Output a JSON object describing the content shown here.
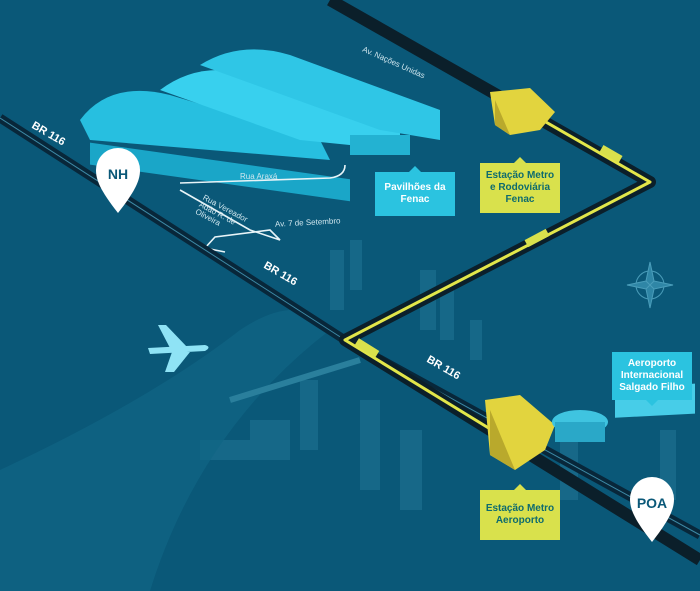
{
  "pins": {
    "nh": "NH",
    "poa": "POA"
  },
  "labels": {
    "pavilhoes": "Pavilhões da Fenac",
    "estacao_fenac": "Estação Metro e Rodoviária Fenac",
    "aeroporto": "Aeroporto Internacional Salgado Filho",
    "estacao_aeroporto": "Estação Metro Aeroporto"
  },
  "streets": {
    "nacoes_unidas": "Av. Nações Unidas",
    "araxa": "Rua Araxá",
    "vereador": "Rua Vereador Adão R. de Oliveira",
    "sete_setembro": "Av. 7 de Setembro"
  },
  "highway": {
    "br1": "BR 116",
    "br2": "BR 116",
    "br3": "BR 116"
  },
  "colors": {
    "background": "#0a5878",
    "metro": "#d9e14c",
    "venue": "#2bc3e0",
    "track": "#0b1f2a"
  }
}
